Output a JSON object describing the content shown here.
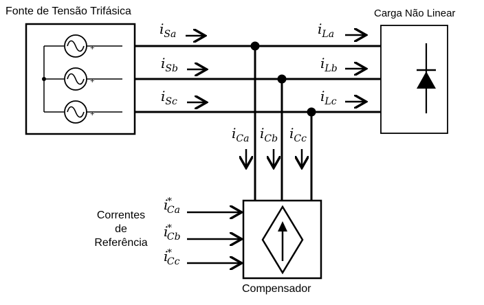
{
  "source": {
    "title": "Fonte de Tensão Trifásica",
    "plus_sign": "+"
  },
  "load": {
    "title": "Carga Não Linear"
  },
  "compensator": {
    "title": "Compensador"
  },
  "reference": {
    "line1": "Correntes",
    "line2": "de",
    "line3": "Referência"
  },
  "currents": {
    "source": [
      {
        "base": "i",
        "sub": "Sa"
      },
      {
        "base": "i",
        "sub": "Sb"
      },
      {
        "base": "i",
        "sub": "Sc"
      }
    ],
    "load": [
      {
        "base": "i",
        "sub": "La"
      },
      {
        "base": "i",
        "sub": "Lb"
      },
      {
        "base": "i",
        "sub": "Lc"
      }
    ],
    "compensator": [
      {
        "base": "i",
        "sub": "Ca"
      },
      {
        "base": "i",
        "sub": "Cb"
      },
      {
        "base": "i",
        "sub": "Cc"
      }
    ],
    "reference": [
      {
        "base": "i",
        "sub": "Ca",
        "sup": "*"
      },
      {
        "base": "i",
        "sub": "Cb",
        "sup": "*"
      },
      {
        "base": "i",
        "sub": "Cc",
        "sup": "*"
      }
    ]
  }
}
